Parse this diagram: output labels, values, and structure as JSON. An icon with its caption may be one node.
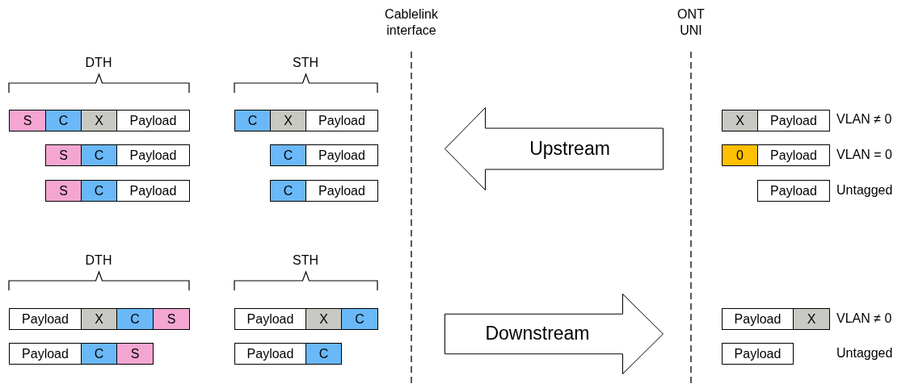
{
  "diagram": {
    "nodes": [
      {
        "text": [
          "S"
        ]
      },
      {
        "text": [
          "C"
        ]
      },
      {
        "text": [
          "X"
        ]
      },
      {
        "text": [
          "Payload"
        ]
      },
      {
        "text": [
          "C"
        ]
      },
      {
        "text": [
          "X"
        ]
      },
      {
        "text": [
          "Payload"
        ]
      },
      {
        "text": [
          "Upstream"
        ]
      },
      {
        "text": [
          "X"
        ]
      },
      {
        "text": [
          "Payload"
        ]
      },
      {
        "text": [
          "S"
        ]
      },
      {
        "text": [
          "C"
        ]
      },
      {
        "text": [
          "Payload"
        ]
      },
      {
        "text": [
          "C"
        ]
      },
      {
        "text": [
          "Payload"
        ]
      },
      {
        "text": [
          "0"
        ]
      },
      {
        "text": [
          "Payload"
        ]
      },
      {
        "text": [
          "S"
        ]
      },
      {
        "text": [
          "C"
        ]
      },
      {
        "text": [
          "Payload"
        ]
      },
      {
        "text": [
          "C"
        ]
      },
      {
        "text": [
          "Payload"
        ]
      },
      {
        "text": [
          "Payload"
        ]
      },
      {
        "text": [
          "Payload"
        ]
      },
      {
        "text": [
          "X"
        ]
      },
      {
        "text": [
          "C"
        ]
      },
      {
        "text": [
          "S"
        ]
      },
      {
        "text": [
          "Payload"
        ]
      },
      {
        "text": [
          "X"
        ]
      },
      {
        "text": [
          "C"
        ]
      },
      {
        "text": [
          "Downstream"
        ]
      },
      {
        "text": [
          "Payload"
        ]
      },
      {
        "text": [
          "X"
        ]
      },
      {
        "text": [
          "Payload"
        ]
      },
      {
        "text": [
          "C"
        ]
      },
      {
        "text": [
          "S"
        ]
      },
      {
        "text": [
          "Payload"
        ]
      },
      {
        "text": [
          "C"
        ]
      },
      {
        "text": [
          "Payload"
        ]
      }
    ],
    "labels": [
      "Cablelink interface",
      "ONT UNI",
      "DTH",
      "STH",
      "VLAN ≠ 0",
      "VLAN = 0",
      "Untagged",
      "DTH",
      "STH",
      "VLAN ≠ 0",
      "Untagged"
    ]
  }
}
